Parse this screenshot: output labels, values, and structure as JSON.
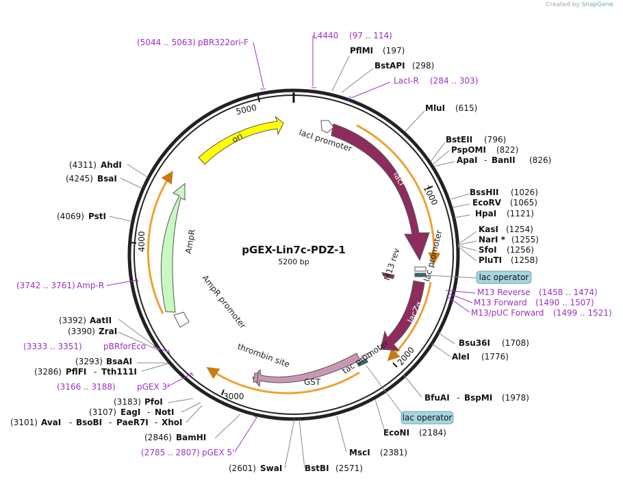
{
  "watermark": {
    "prefix": "Created by",
    "brand": "SnapGene"
  },
  "map": {
    "name": "pGEX-Lin7c-PDZ-1",
    "length": "5200 bp",
    "tick_labels": [
      "1000",
      "2000",
      "3000",
      "4000",
      "5000"
    ]
  },
  "features": {
    "ori": "ori",
    "lacI_promoter": "lacI promoter",
    "lacI": "lacI",
    "m13rev": "M13 rev",
    "lac_promoter": "lac promoter",
    "lacZa": "lacZα",
    "tac_promoter": "tac promoter",
    "gst": "GST",
    "thrombin": "thrombin site",
    "ampR": "AmpR",
    "ampR_promoter": "AmpR promoter"
  },
  "tags": {
    "lac_operator_1": "lac operator",
    "lac_operator_2": "lac operator"
  },
  "primers": {
    "pbr322ori": {
      "range": "(5044 .. 5063)",
      "name": "pBR322ori-F"
    },
    "l4440": {
      "name": "L4440",
      "range": "(97 .. 114)"
    },
    "laci_r": {
      "name": "LacI-R",
      "range": "(284 .. 303)"
    },
    "m13_reverse": {
      "name": "M13 Reverse",
      "range": "(1458 .. 1474)"
    },
    "m13_forward": {
      "name": "M13 Forward",
      "range": "(1490 .. 1507)"
    },
    "m13_puc": {
      "name": "M13/pUC Forward",
      "range": "(1499 .. 1521)"
    },
    "amp_r": {
      "range": "(3742 .. 3761)",
      "name": "Amp-R"
    },
    "pbrforeco": {
      "range": "(3333 .. 3351)",
      "name": "pBRforEco"
    },
    "pgex3": {
      "range": "(3166 .. 3188)",
      "name": "pGEX 3'"
    },
    "pgex5": {
      "range": "(2785 .. 2807)",
      "name": "pGEX 5'"
    }
  },
  "enzymes": {
    "pflmi": {
      "name": "PflMI",
      "pos": "(197)"
    },
    "bstapi": {
      "name": "BstAPI",
      "pos": "(298)"
    },
    "mlui": {
      "name": "MluI",
      "pos": "(615)"
    },
    "bsteii": {
      "name": "BstEII",
      "pos": "(796)"
    },
    "pspomi": {
      "name": "PspOMI",
      "pos": "(822)"
    },
    "apai": {
      "name": "ApaI",
      "sep": "-",
      "name2": "BanII",
      "pos": "(826)"
    },
    "bsshii": {
      "name": "BssHII",
      "pos": "(1026)"
    },
    "ecorv": {
      "name": "EcoRV",
      "pos": "(1065)"
    },
    "hpai": {
      "name": "HpaI",
      "pos": "(1121)"
    },
    "kasi": {
      "name": "KasI",
      "pos": "(1254)"
    },
    "nari": {
      "name": "NarI *",
      "pos": "(1255)"
    },
    "sfoi": {
      "name": "SfoI",
      "pos": "(1256)"
    },
    "pluti": {
      "name": "PluTI",
      "pos": "(1258)"
    },
    "bsu36i": {
      "name": "Bsu36I",
      "pos": "(1708)"
    },
    "alei": {
      "name": "AleI",
      "pos": "(1776)"
    },
    "bfuai": {
      "name": "BfuAI",
      "sep": "-",
      "name2": "BspMI",
      "pos": "(1978)"
    },
    "econi": {
      "name": "EcoNI",
      "pos": "(2184)"
    },
    "msci": {
      "name": "MscI",
      "pos": "(2381)"
    },
    "bstbi": {
      "name": "BstBI",
      "pos": "(2571)"
    },
    "swai": {
      "pos": "(2601)",
      "name": "SwaI"
    },
    "bamhi": {
      "pos": "(2846)",
      "name": "BamHI"
    },
    "avai": {
      "pos": "(3101)",
      "name": "AvaI",
      "sep": "-",
      "name2": "BsoBI",
      "sep2": "-",
      "name3": "PaeR7I",
      "sep3": "-",
      "name4": "XhoI"
    },
    "eagi": {
      "pos": "(3107)",
      "name": "EagI",
      "sep": "-",
      "name2": "NotI"
    },
    "pfoi": {
      "pos": "(3183)",
      "name": "PfoI"
    },
    "pflfi": {
      "pos": "(3286)",
      "name": "PflFI",
      "sep": "-",
      "name2": "Tth111I"
    },
    "bsaai": {
      "pos": "(3293)",
      "name": "BsaAI"
    },
    "zrai": {
      "pos": "(3390)",
      "name": "ZraI"
    },
    "aatii": {
      "pos": "(3392)",
      "name": "AatII"
    },
    "psti": {
      "pos": "(4069)",
      "name": "PstI"
    },
    "bsai": {
      "pos": "(4245)",
      "name": "BsaI"
    },
    "ahdi": {
      "pos": "(4311)",
      "name": "AhdI"
    }
  },
  "colors": {
    "backbone": "#222222",
    "ori": "#ffff00",
    "laci": "#8e2c5e",
    "lacza": "#8e2c5e",
    "gst": "#c997b5",
    "ampr": "#c9f8c3",
    "primer": "#9b2fc4",
    "orange": "#f0a030",
    "operator_fill": "#a6d4e0",
    "thrombin": "#c997b5"
  }
}
